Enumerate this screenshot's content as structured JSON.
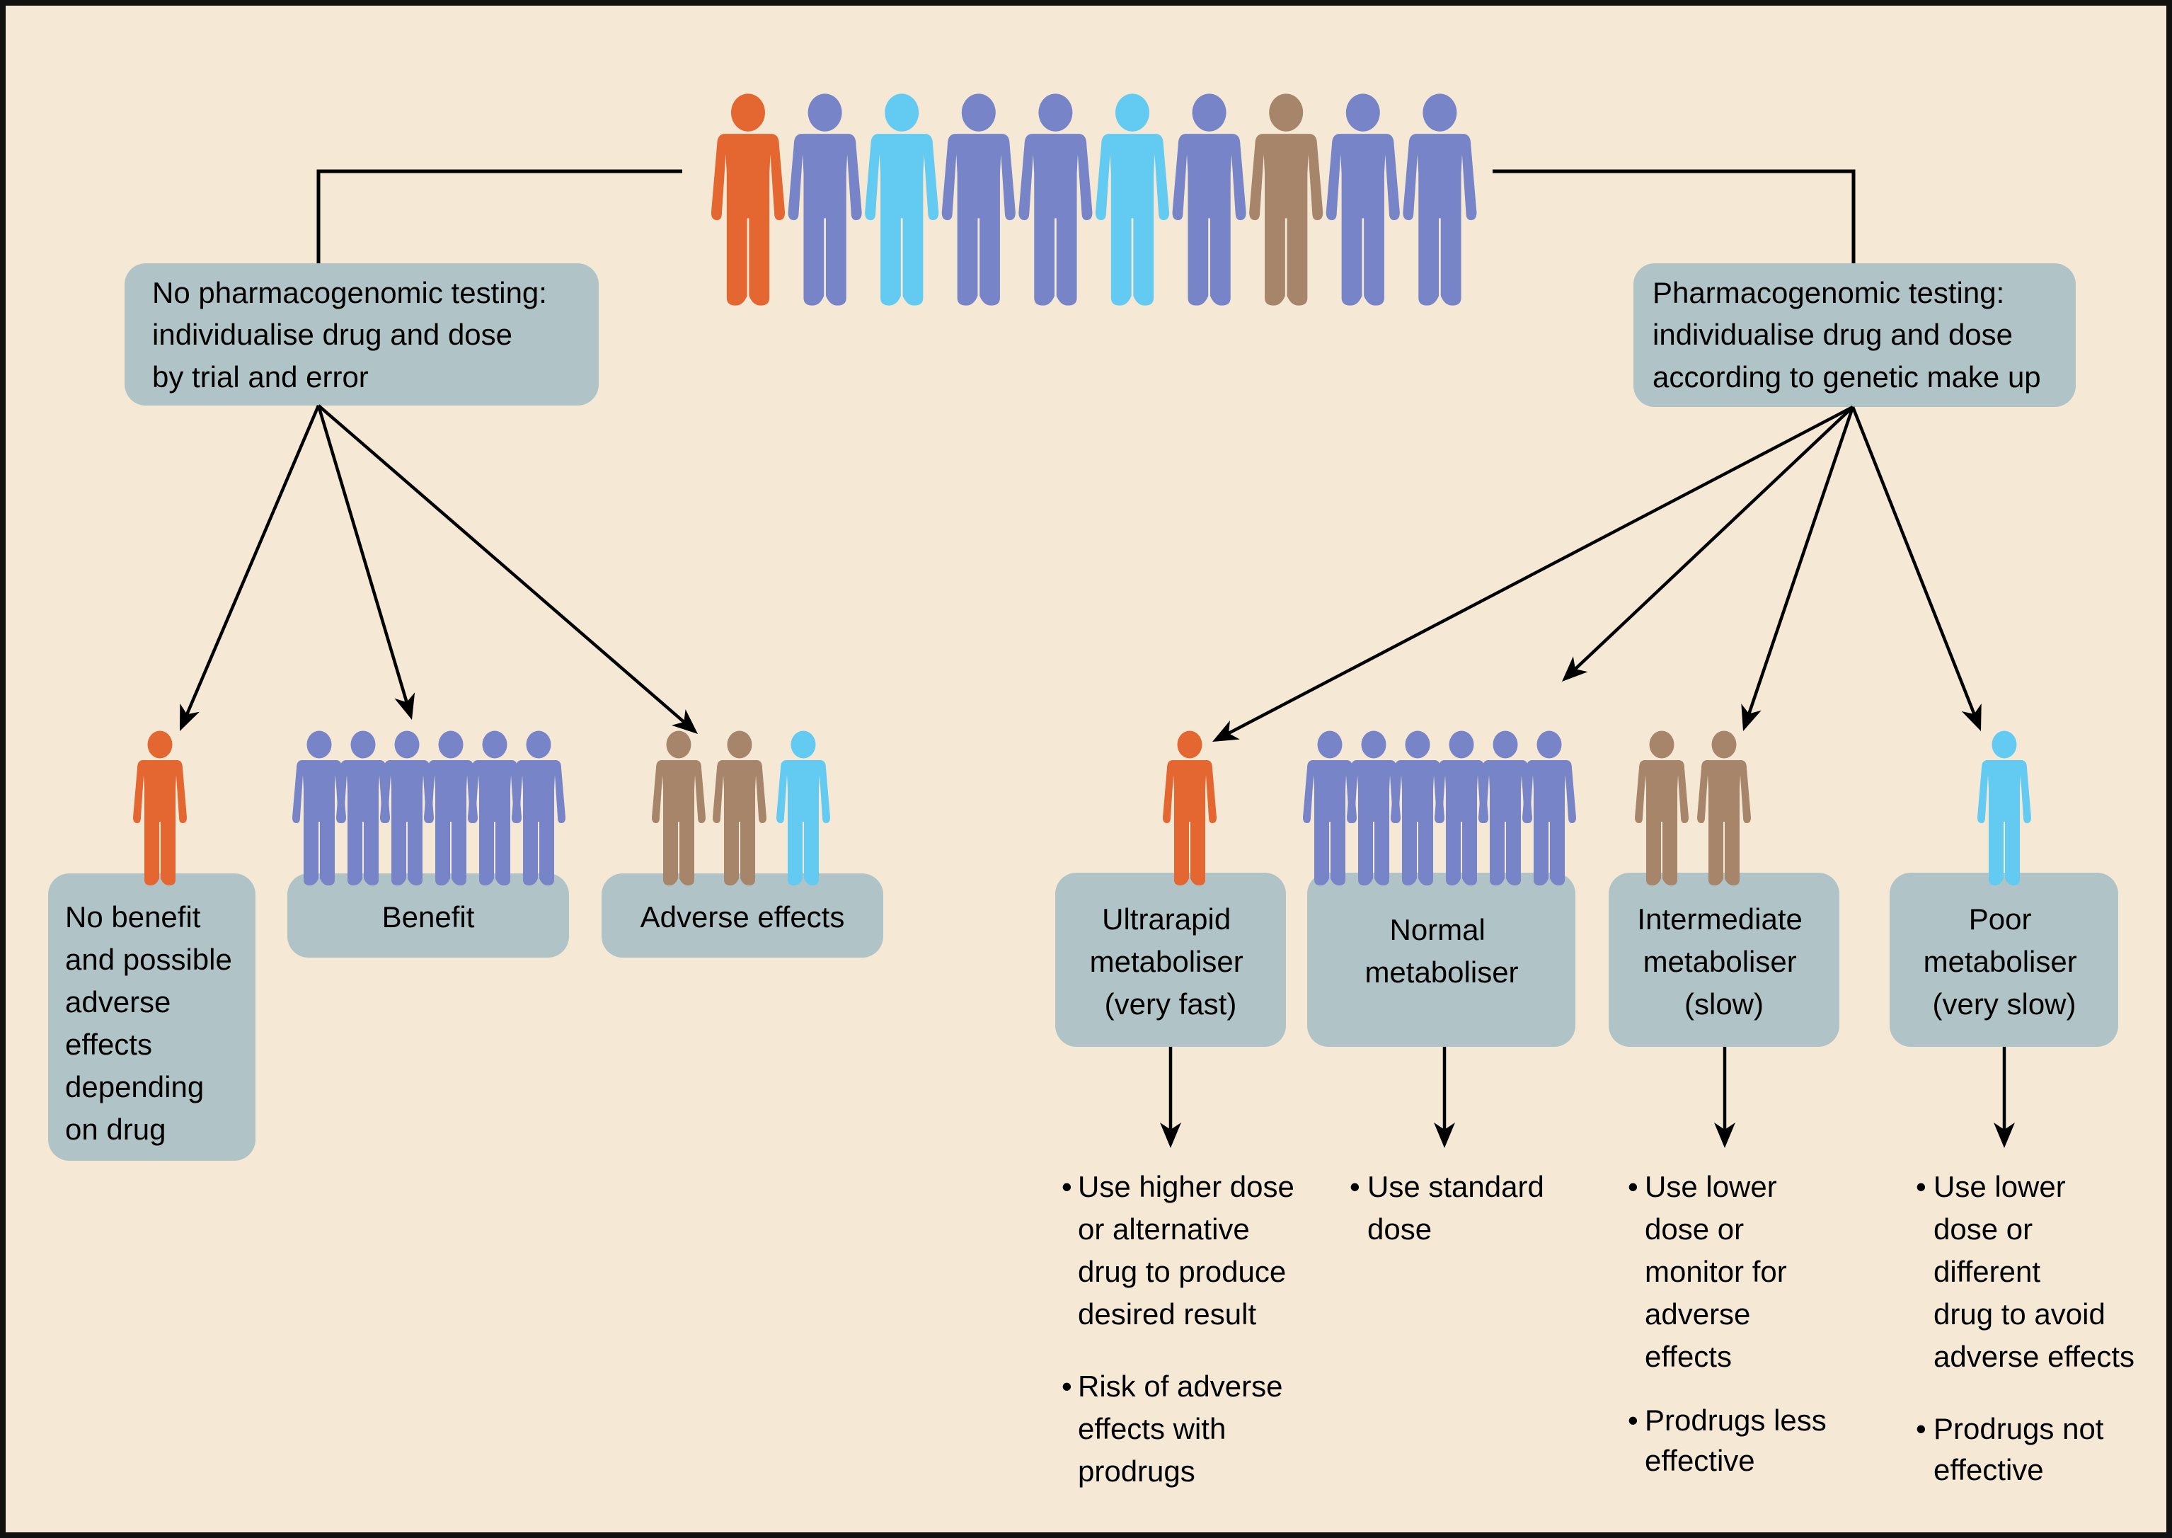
{
  "colors": {
    "background": "#F5E9D6",
    "box": "#B0C4C7",
    "orange": "#E46631",
    "blue": "#7784C8",
    "cyan": "#63CBF1",
    "brown": "#A6856A"
  },
  "population": {
    "figures": [
      "orange",
      "blue",
      "cyan",
      "blue",
      "blue",
      "cyan",
      "blue",
      "brown",
      "blue",
      "blue"
    ]
  },
  "no_testing": {
    "title_lines": [
      "No pharmacogenomic testing:",
      "individualise drug and dose",
      "by trial and error"
    ],
    "outcomes": [
      {
        "id": "no-benefit",
        "label_lines": [
          "No benefit",
          "and possible",
          "adverse",
          "effects",
          "depending",
          "on drug"
        ],
        "figures": [
          "orange"
        ]
      },
      {
        "id": "benefit",
        "label_lines": [
          "Benefit"
        ],
        "figures": [
          "blue",
          "blue",
          "blue",
          "blue",
          "blue",
          "blue"
        ]
      },
      {
        "id": "adverse-effects",
        "label_lines": [
          "Adverse effects"
        ],
        "figures": [
          "brown",
          "brown",
          "cyan"
        ]
      }
    ]
  },
  "testing": {
    "title_lines": [
      "Pharmacogenomic testing:",
      "individualise drug and dose",
      "according to genetic make up"
    ],
    "phenotypes": [
      {
        "id": "ultrarapid",
        "label_lines": [
          "Ultrarapid",
          "metaboliser",
          "(very fast)"
        ],
        "figures": [
          "orange"
        ],
        "recommendations": [
          [
            "Use higher dose",
            "or alternative",
            "drug to produce",
            "desired result"
          ],
          [
            "Risk of adverse",
            "effects with",
            "prodrugs"
          ]
        ]
      },
      {
        "id": "normal",
        "label_lines": [
          "Normal",
          "metaboliser"
        ],
        "figures": [
          "blue",
          "blue",
          "blue",
          "blue",
          "blue",
          "blue"
        ],
        "recommendations": [
          [
            "Use standard",
            "dose"
          ]
        ]
      },
      {
        "id": "intermediate",
        "label_lines": [
          "Intermediate",
          "metaboliser",
          "(slow)"
        ],
        "figures": [
          "brown",
          "brown"
        ],
        "recommendations": [
          [
            "Use lower",
            "dose or",
            "monitor for",
            "adverse",
            "effects"
          ],
          [
            "Prodrugs less",
            "effective"
          ]
        ]
      },
      {
        "id": "poor",
        "label_lines": [
          "Poor",
          "metaboliser",
          "(very slow)"
        ],
        "figures": [
          "cyan"
        ],
        "recommendations": [
          [
            "Use lower",
            "dose or",
            "different",
            "drug to avoid",
            "adverse effects"
          ],
          [
            "Prodrugs not",
            "effective"
          ]
        ]
      }
    ]
  },
  "bullet_glyph": "•"
}
